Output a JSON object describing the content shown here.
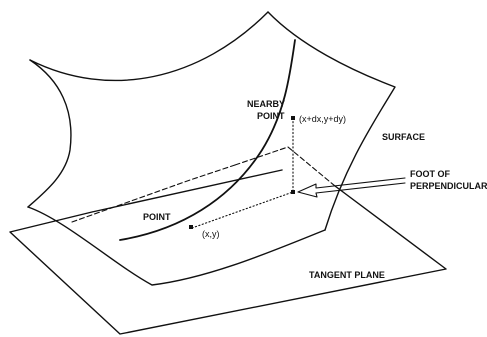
{
  "labels": {
    "nearby_point_line1": "NEARBY",
    "nearby_point_line2": "POINT",
    "nearby_coord": "(x+dx,y+dy)",
    "surface": "SURFACE",
    "foot_line1": "FOOT OF",
    "foot_line2": "PERPENDICULAR",
    "point": "POINT",
    "point_coord": "(x,y)",
    "tangent_plane": "TANGENT PLANE"
  },
  "colors": {
    "stroke": "#111111",
    "background": "#ffffff"
  }
}
